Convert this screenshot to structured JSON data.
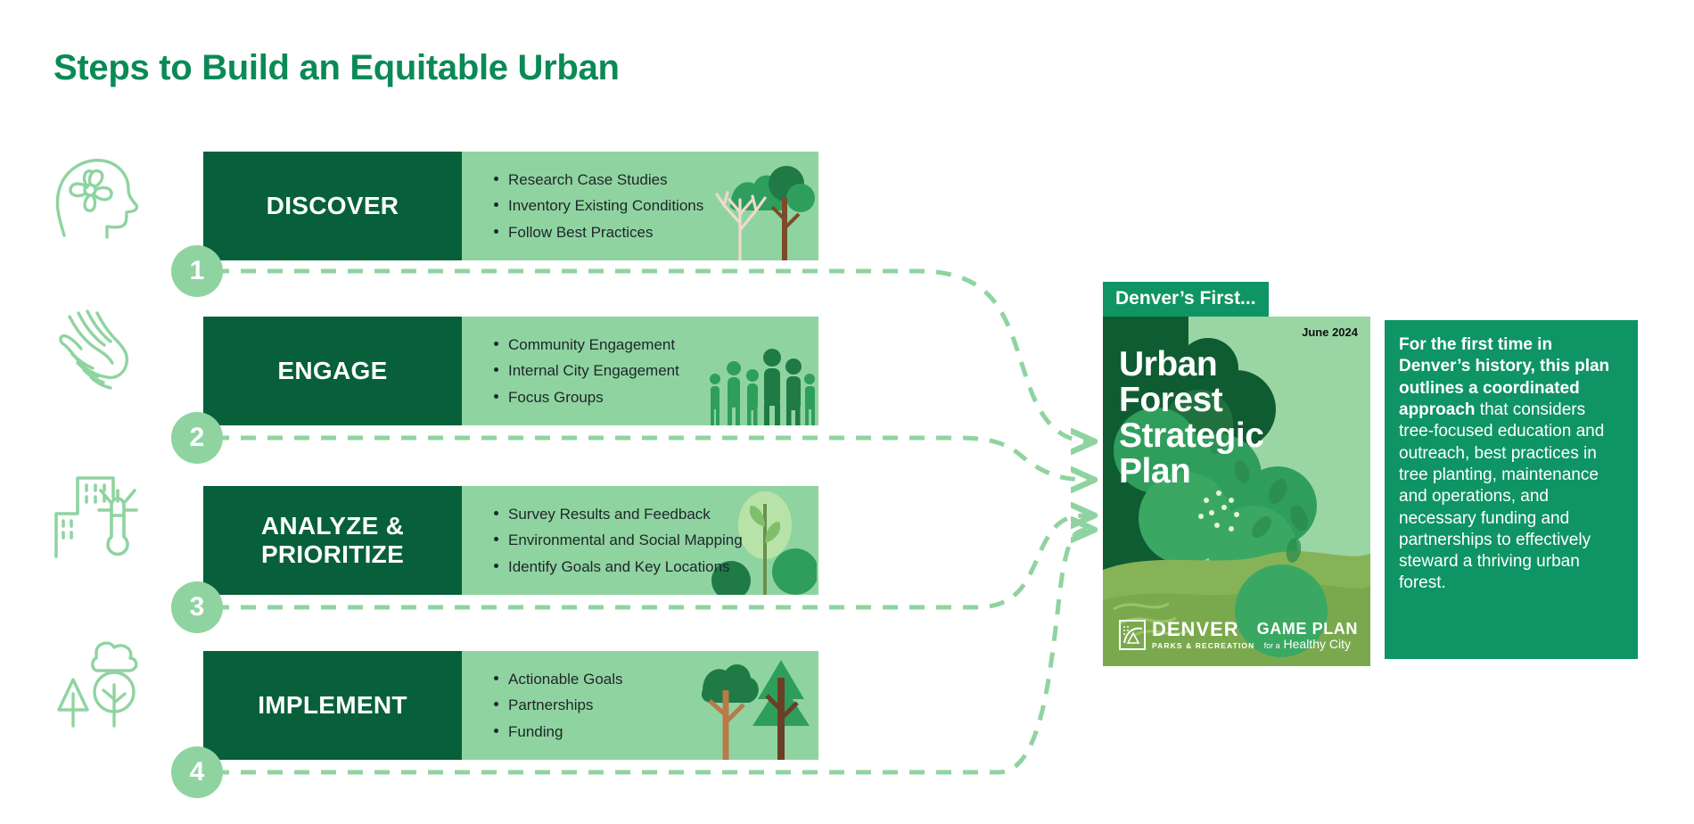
{
  "page": {
    "title": "Steps to Build an Equitable Urban",
    "accent_green": "#0a8a55",
    "dark_green": "#07603a",
    "light_green": "#8fd4a0",
    "panel_green": "#0e9465"
  },
  "steps": [
    {
      "number": "1",
      "label": "DISCOVER",
      "icon_name": "head-with-flower-icon",
      "art_name": "trees-illustration",
      "bullets": [
        "Research Case Studies",
        "Inventory Existing Conditions",
        "Follow Best Practices"
      ]
    },
    {
      "number": "2",
      "label": "ENGAGE",
      "icon_name": "helping-hands-icon",
      "art_name": "people-group-illustration",
      "bullets": [
        "Community Engagement",
        "Internal City Engagement",
        "Focus Groups"
      ]
    },
    {
      "number": "3",
      "label": "ANALYZE & PRIORITIZE",
      "icon_name": "city-thermometer-icon",
      "art_name": "sapling-illustration",
      "bullets": [
        "Survey Results and Feedback",
        "Environmental and Social Mapping",
        "Identify Goals and Key Locations"
      ]
    },
    {
      "number": "4",
      "label": "IMPLEMENT",
      "icon_name": "trees-and-cloud-icon",
      "art_name": "two-trees-illustration",
      "bullets": [
        "Actionable Goals",
        "Partnerships",
        "Funding"
      ]
    }
  ],
  "cover": {
    "tag": "Denver’s First...",
    "date": "June 2024",
    "title_lines": [
      "Urban",
      "Forest",
      "Strategic",
      "Plan"
    ],
    "logo_denver_line1": "DENVER",
    "logo_denver_line2": "PARKS & RECREATION",
    "logo_gameplan_line1": "GAME PLAN",
    "logo_gameplan_prefix": "for a",
    "logo_gameplan_line2": "Healthy City"
  },
  "copy_panel": {
    "lead": "For the first time in Denver’s history, this plan outlines a coordinated approach",
    "rest": " that considers tree-focused education and outreach, best practices in tree planting, maintenance and operations, and necessary funding and partnerships to effectively steward a thriving urban forest."
  }
}
